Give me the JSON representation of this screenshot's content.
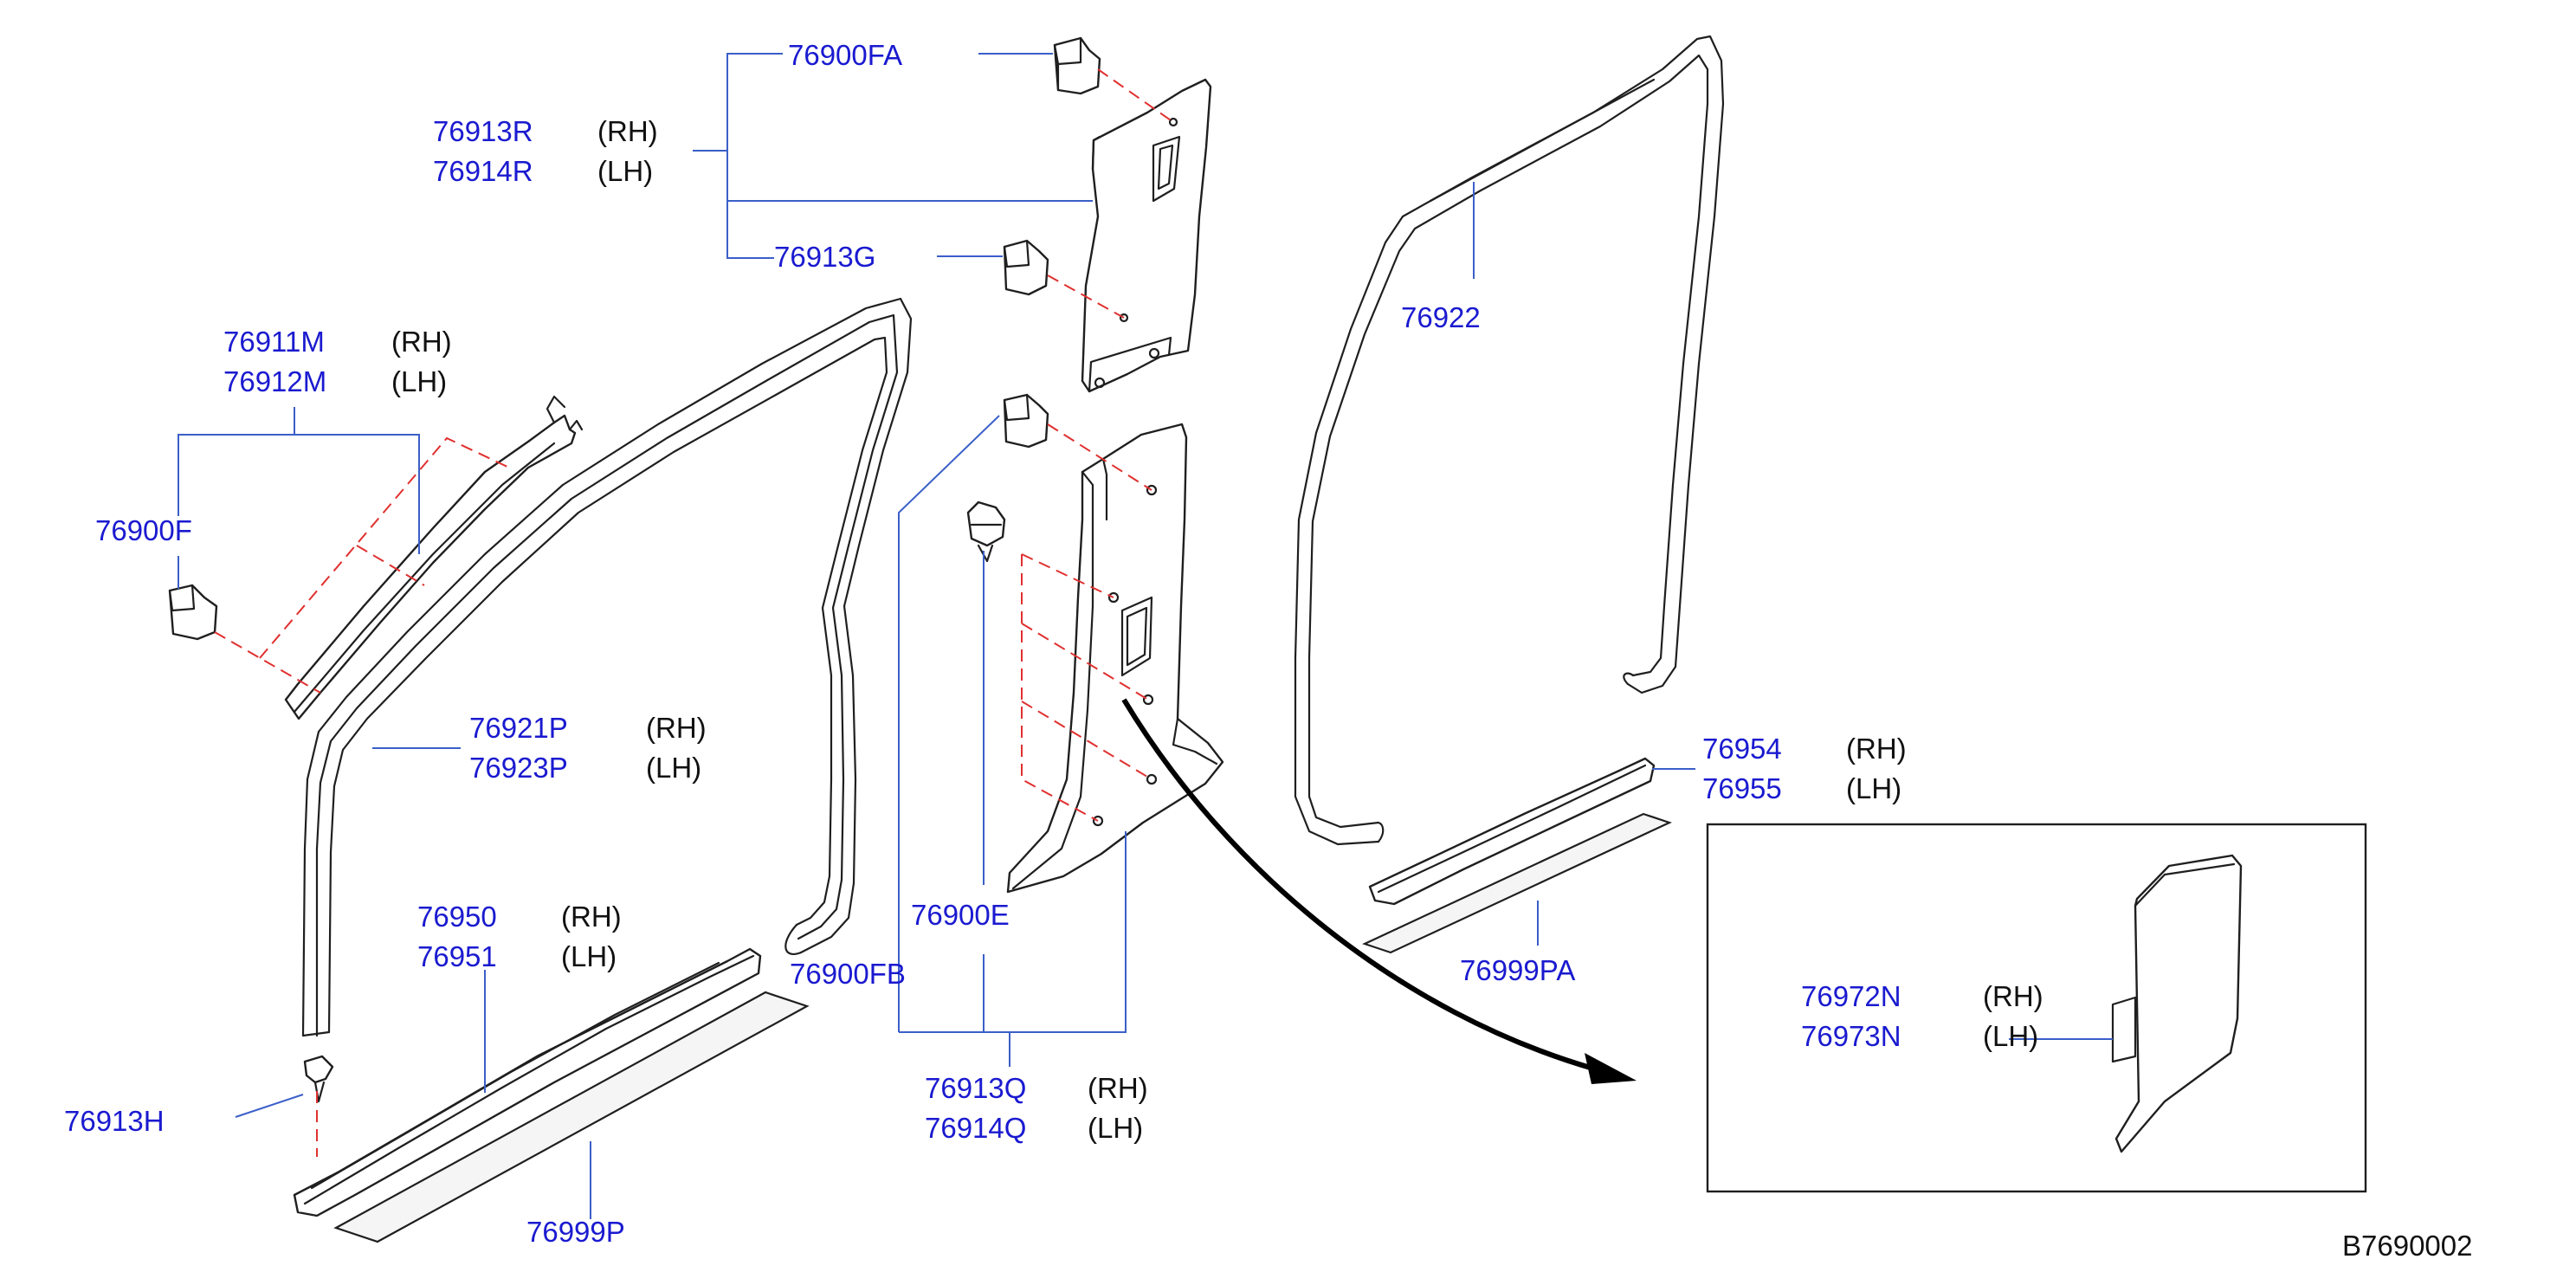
{
  "diagram": {
    "code": "B7690002",
    "labels": {
      "l76900FA": "76900FA",
      "l76913R": "76913R",
      "l76914R": "76914R",
      "l76913G": "76913G",
      "l76911M": "76911M",
      "l76912M": "76912M",
      "l76900F": "76900F",
      "l76922": "76922",
      "l76921P": "76921P",
      "l76923P": "76923P",
      "l76954": "76954",
      "l76955": "76955",
      "l76950": "76950",
      "l76951": "76951",
      "l76900E": "76900E",
      "l76999PA": "76999PA",
      "l76900FB": "76900FB",
      "l76972N": "76972N",
      "l76973N": "76973N",
      "l76913H": "76913H",
      "l76913Q": "76913Q",
      "l76914Q": "76914Q",
      "l76999P": "76999P"
    },
    "sides": {
      "rh": "(RH)",
      "lh": "(LH)"
    },
    "colors": {
      "part_number": "#1a1ad0",
      "leader": "#3a5fc8",
      "hidden_line": "#e0302f",
      "outline": "#1f1f1f"
    }
  }
}
